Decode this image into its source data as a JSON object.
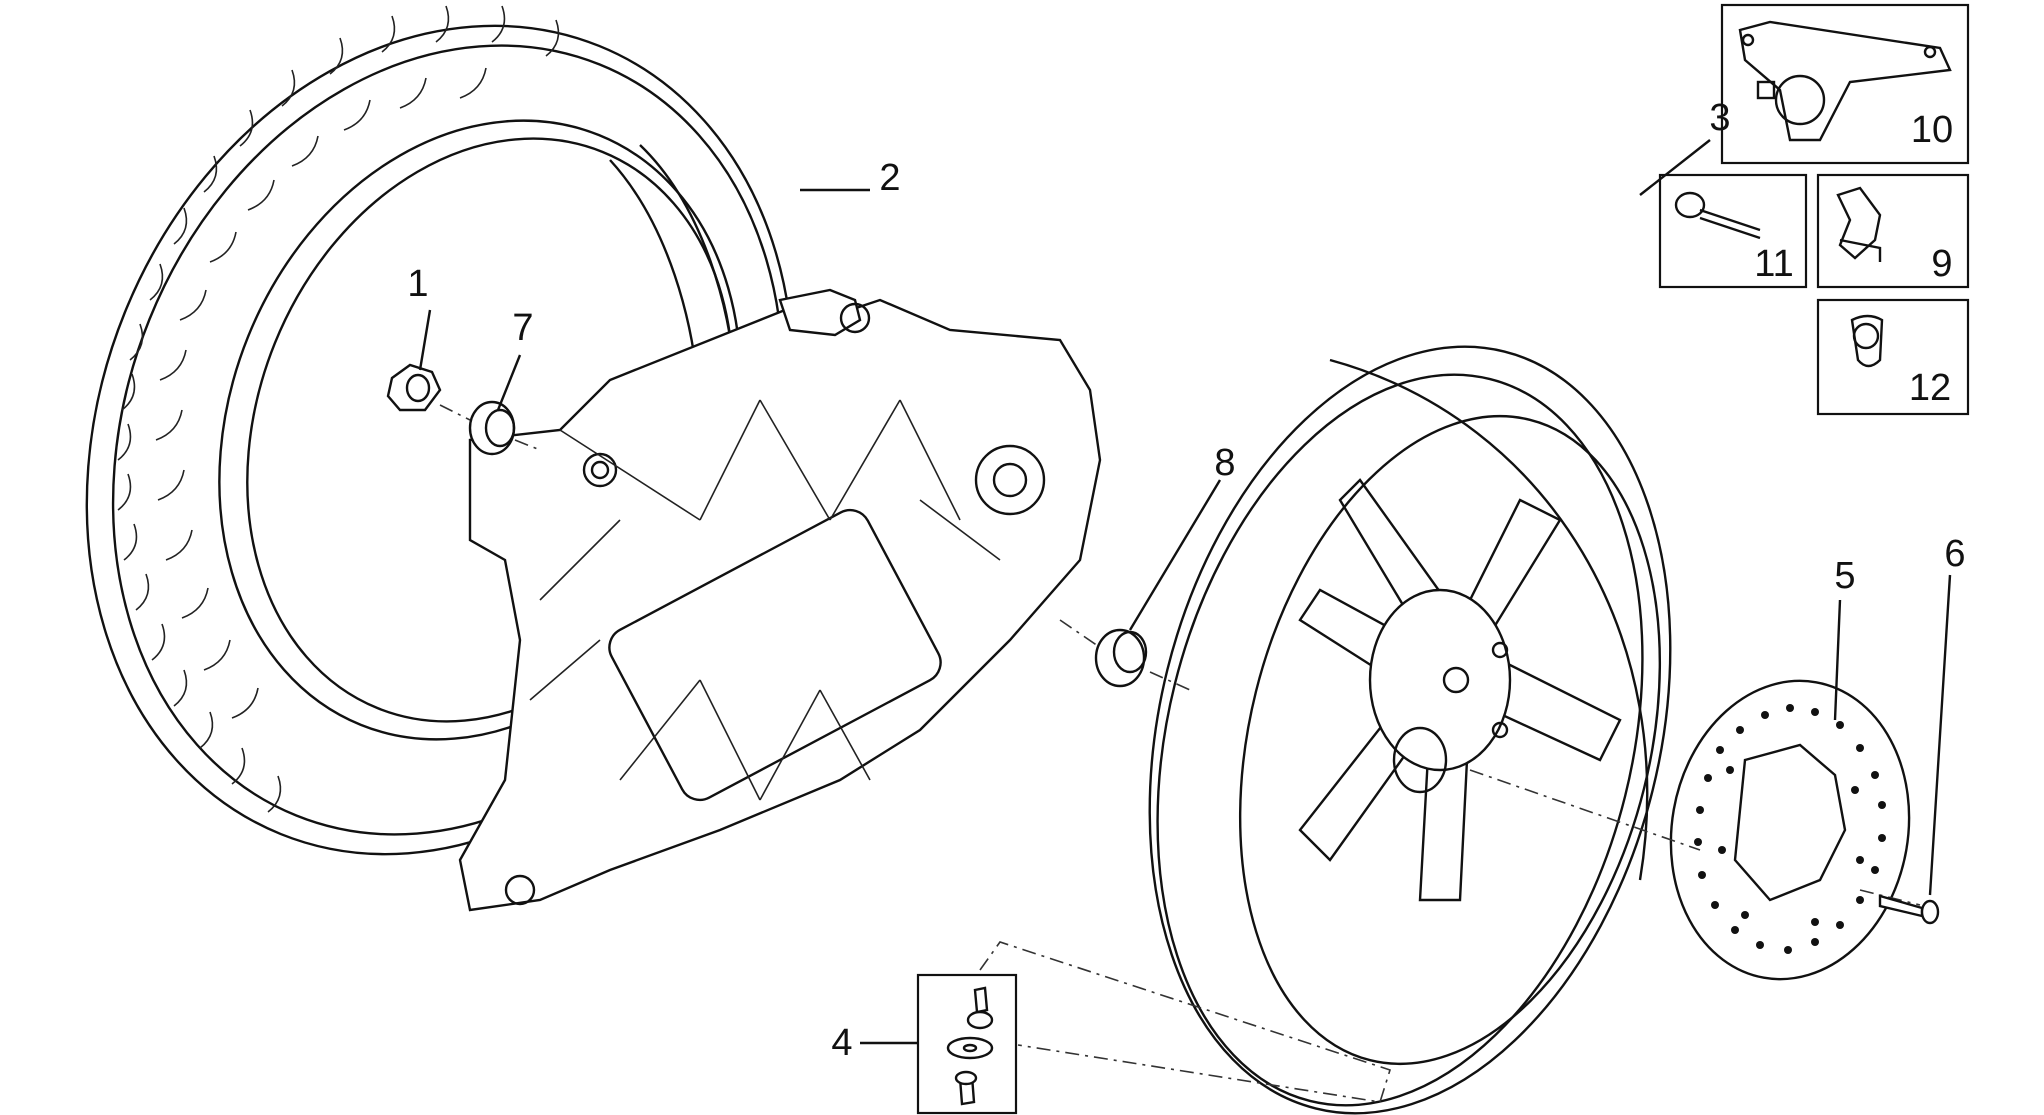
{
  "diagram": {
    "type": "exploded-parts-view",
    "callouts": [
      {
        "id": "1",
        "label": "1"
      },
      {
        "id": "2",
        "label": "2"
      },
      {
        "id": "3",
        "label": "3"
      },
      {
        "id": "4",
        "label": "4"
      },
      {
        "id": "5",
        "label": "5"
      },
      {
        "id": "6",
        "label": "6"
      },
      {
        "id": "7",
        "label": "7"
      },
      {
        "id": "8",
        "label": "8"
      },
      {
        "id": "9",
        "label": "9"
      },
      {
        "id": "10",
        "label": "10"
      },
      {
        "id": "11",
        "label": "11"
      },
      {
        "id": "12",
        "label": "12"
      }
    ],
    "colors": {
      "line": "#111111",
      "background": "#ffffff"
    }
  }
}
